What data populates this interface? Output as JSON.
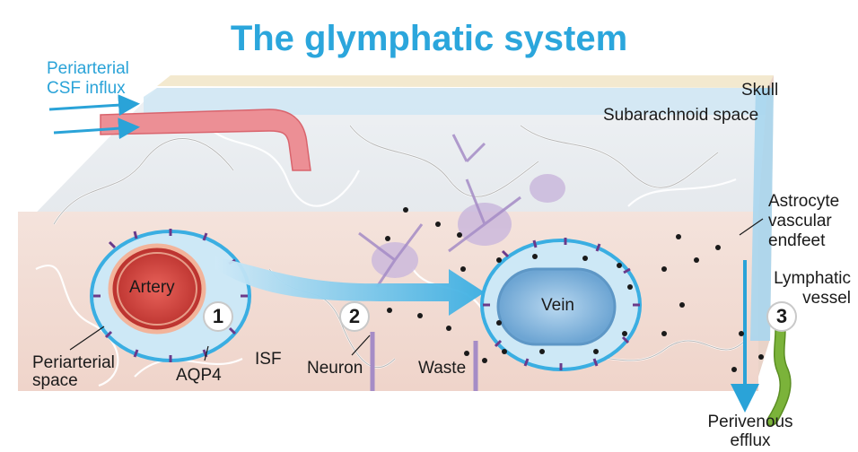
{
  "title": "The glymphatic system",
  "labels": {
    "periarterial_csf_influx_1": "Periarterial",
    "periarterial_csf_influx_2": "CSF influx",
    "skull": "Skull",
    "subarachnoid_space": "Subarachnoid space",
    "astrocyte_1": "Astrocyte",
    "astrocyte_2": "vascular",
    "astrocyte_3": "endfeet",
    "lymphatic_1": "Lymphatic",
    "lymphatic_2": "vessel",
    "artery": "Artery",
    "vein": "Vein",
    "periarterial_space_1": "Periarterial",
    "periarterial_space_2": "space",
    "aqp4": "AQP4",
    "isf": "ISF",
    "neuron": "Neuron",
    "waste": "Waste",
    "perivenous_1": "Perivenous",
    "perivenous_2": "efflux"
  },
  "steps": [
    "1",
    "2",
    "3"
  ],
  "colors": {
    "title": "#2ba6dc",
    "csf_blue": "#2aa3d8",
    "artery": "#d9453f",
    "vein": "#7fb8e0",
    "aqp4": "#6a3a8a",
    "lymphatic": "#7bb33a",
    "skull": "#f3e9cf"
  }
}
